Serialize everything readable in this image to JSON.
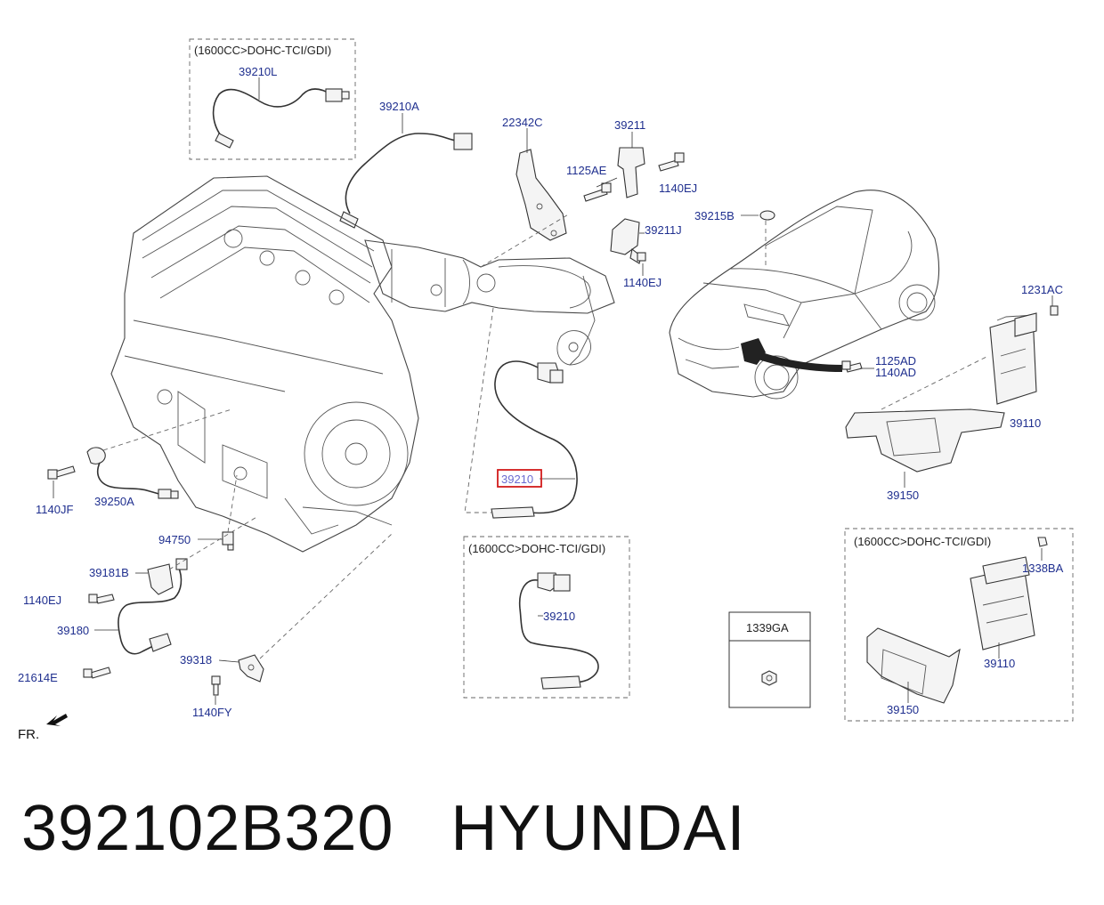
{
  "boxes": {
    "top_left_title": "(1600CC>DOHC-TCI/GDI)",
    "bottom_mid_title": "(1600CC>DOHC-TCI/GDI)",
    "bottom_right_title": "(1600CC>DOHC-TCI/GDI)",
    "small_box_title": "1339GA"
  },
  "labels": {
    "p39210L": "39210L",
    "p39210A": "39210A",
    "p22342C": "22342C",
    "p39211": "39211",
    "p1125AE": "1125AE",
    "p1140EJ_a": "1140EJ",
    "p39215B": "39215B",
    "p39211J": "39211J",
    "p1140EJ_b": "1140EJ",
    "p1231AC": "1231AC",
    "p1125AD": "1125AD",
    "p1140AD": "1140AD",
    "p39110_a": "39110",
    "p39150_a": "39150",
    "p39210_hi": "39210",
    "p1140JF": "1140JF",
    "p39250A": "39250A",
    "p94750": "94750",
    "p39181B": "39181B",
    "p1140EJ_c": "1140EJ",
    "p39180": "39180",
    "p21614E": "21614E",
    "p39318": "39318",
    "p1140FY": "1140FY",
    "p39210_b": "39210",
    "p1338BA": "1338BA",
    "p39110_b": "39110",
    "p39150_b": "39150",
    "fr": "FR."
  },
  "footer": {
    "part_number": "392102B320",
    "brand": "HYUNDAI"
  },
  "colors": {
    "label": "#1f2f8f",
    "highlight_box": "#d21b1b",
    "highlight_text": "#6a6ad0"
  }
}
